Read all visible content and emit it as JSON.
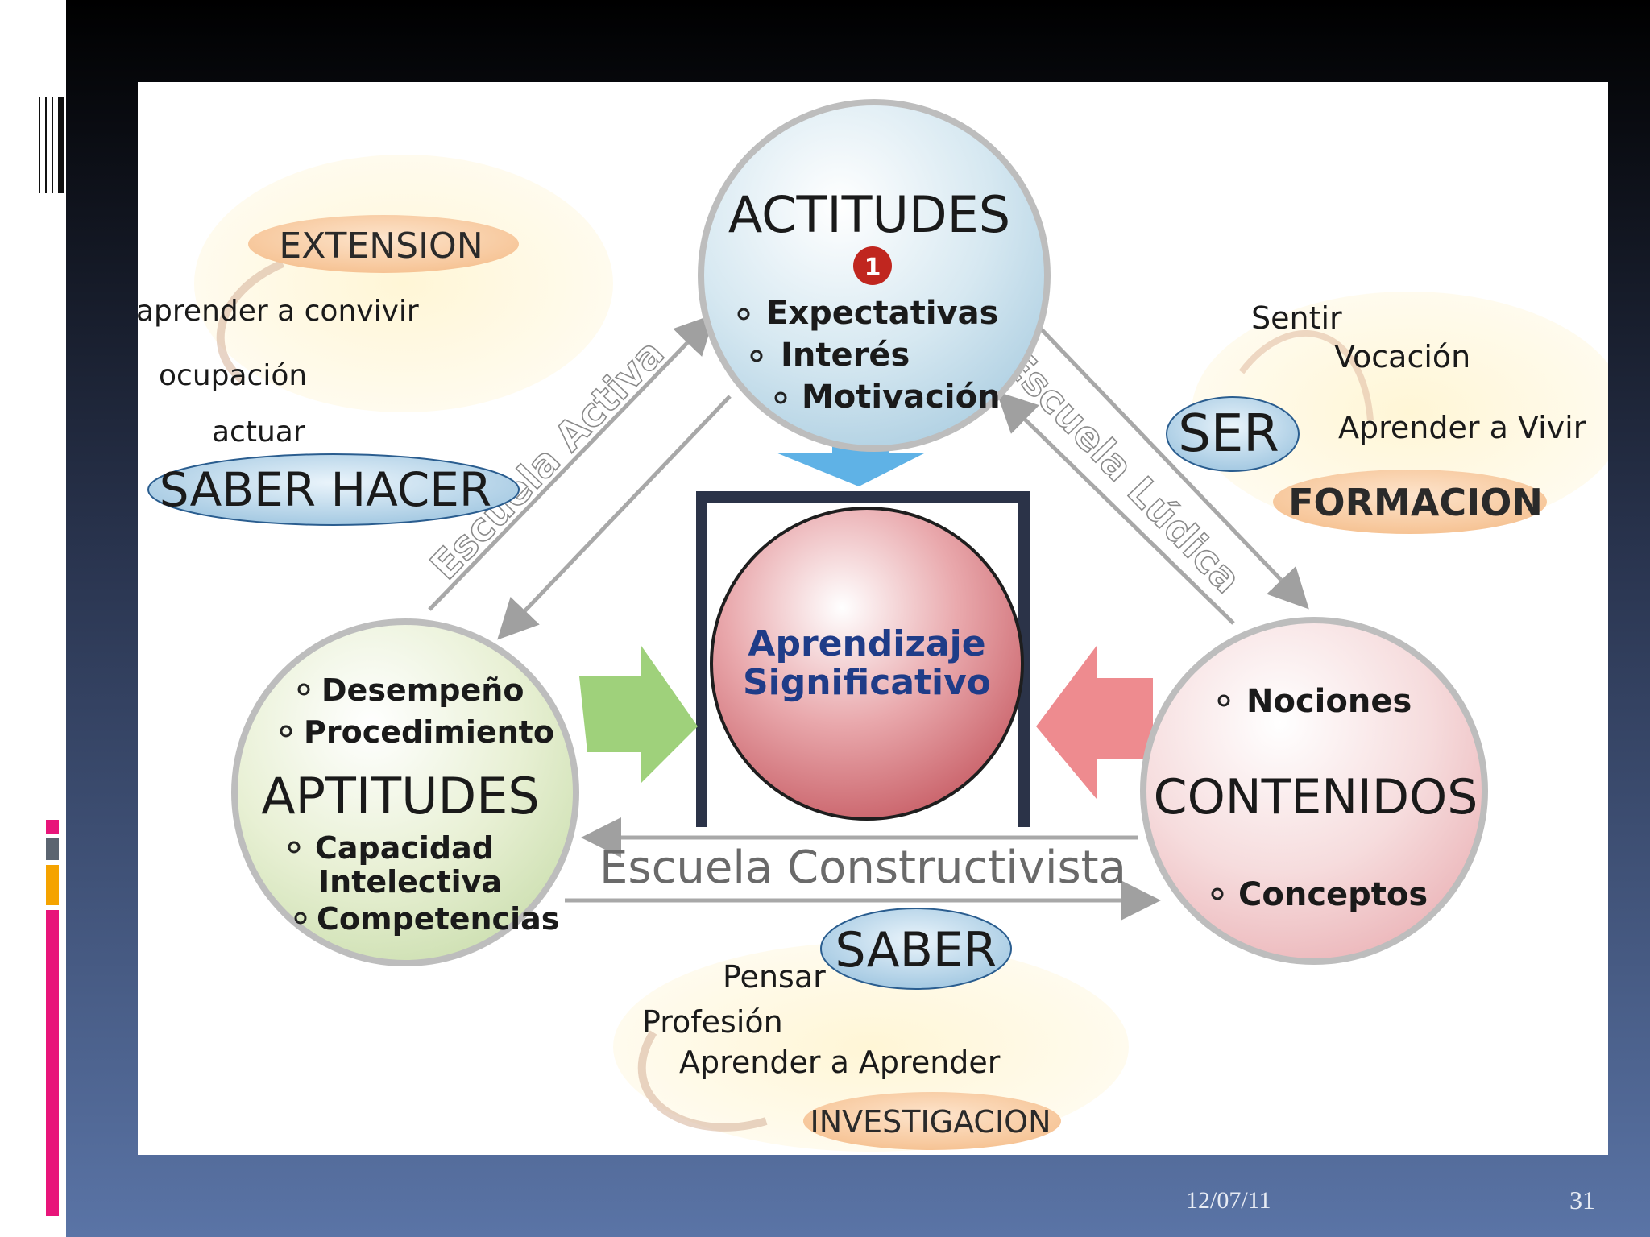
{
  "footer": {
    "date": "12/07/11",
    "page": "31"
  },
  "colors": {
    "accent_pink": "#e8157a",
    "accent_orange": "#f5a300",
    "accent_gray": "#5b6470"
  },
  "diagram": {
    "top_circle": {
      "title": "ACTITUDES",
      "badge": "1",
      "items": [
        "Expectativas",
        "Interés",
        "Motivación"
      ]
    },
    "left_circle": {
      "top_items": [
        "Desempeño",
        "Procedimiento"
      ],
      "title": "APTITUDES",
      "bottom_items": [
        "Capacidad",
        "Intelectiva",
        "Competencias"
      ]
    },
    "right_circle": {
      "top_items": [
        "Nociones"
      ],
      "title": "CONTENIDOS",
      "bottom_items": [
        "Conceptos"
      ]
    },
    "center": {
      "line1": "Aprendizaje",
      "line2": "Significativo"
    },
    "arrows": {
      "left": "Escuela Activa",
      "right": "Escuela Lúdica",
      "bottom": "Escuela Constructivista"
    },
    "extension_group": {
      "tag": "EXTENSION",
      "lines": [
        "aprender a convivir",
        "ocupación",
        "actuar"
      ],
      "label": "SABER HACER"
    },
    "ser_group": {
      "lines": [
        "Sentir",
        "Vocación",
        "Aprender a Vivir"
      ],
      "label": "SER",
      "tag": "FORMACION"
    },
    "saber_group": {
      "label": "SABER",
      "lines": [
        "Pensar",
        "Profesión",
        "Aprender a Aprender"
      ],
      "tag": "INVESTIGACION"
    }
  }
}
